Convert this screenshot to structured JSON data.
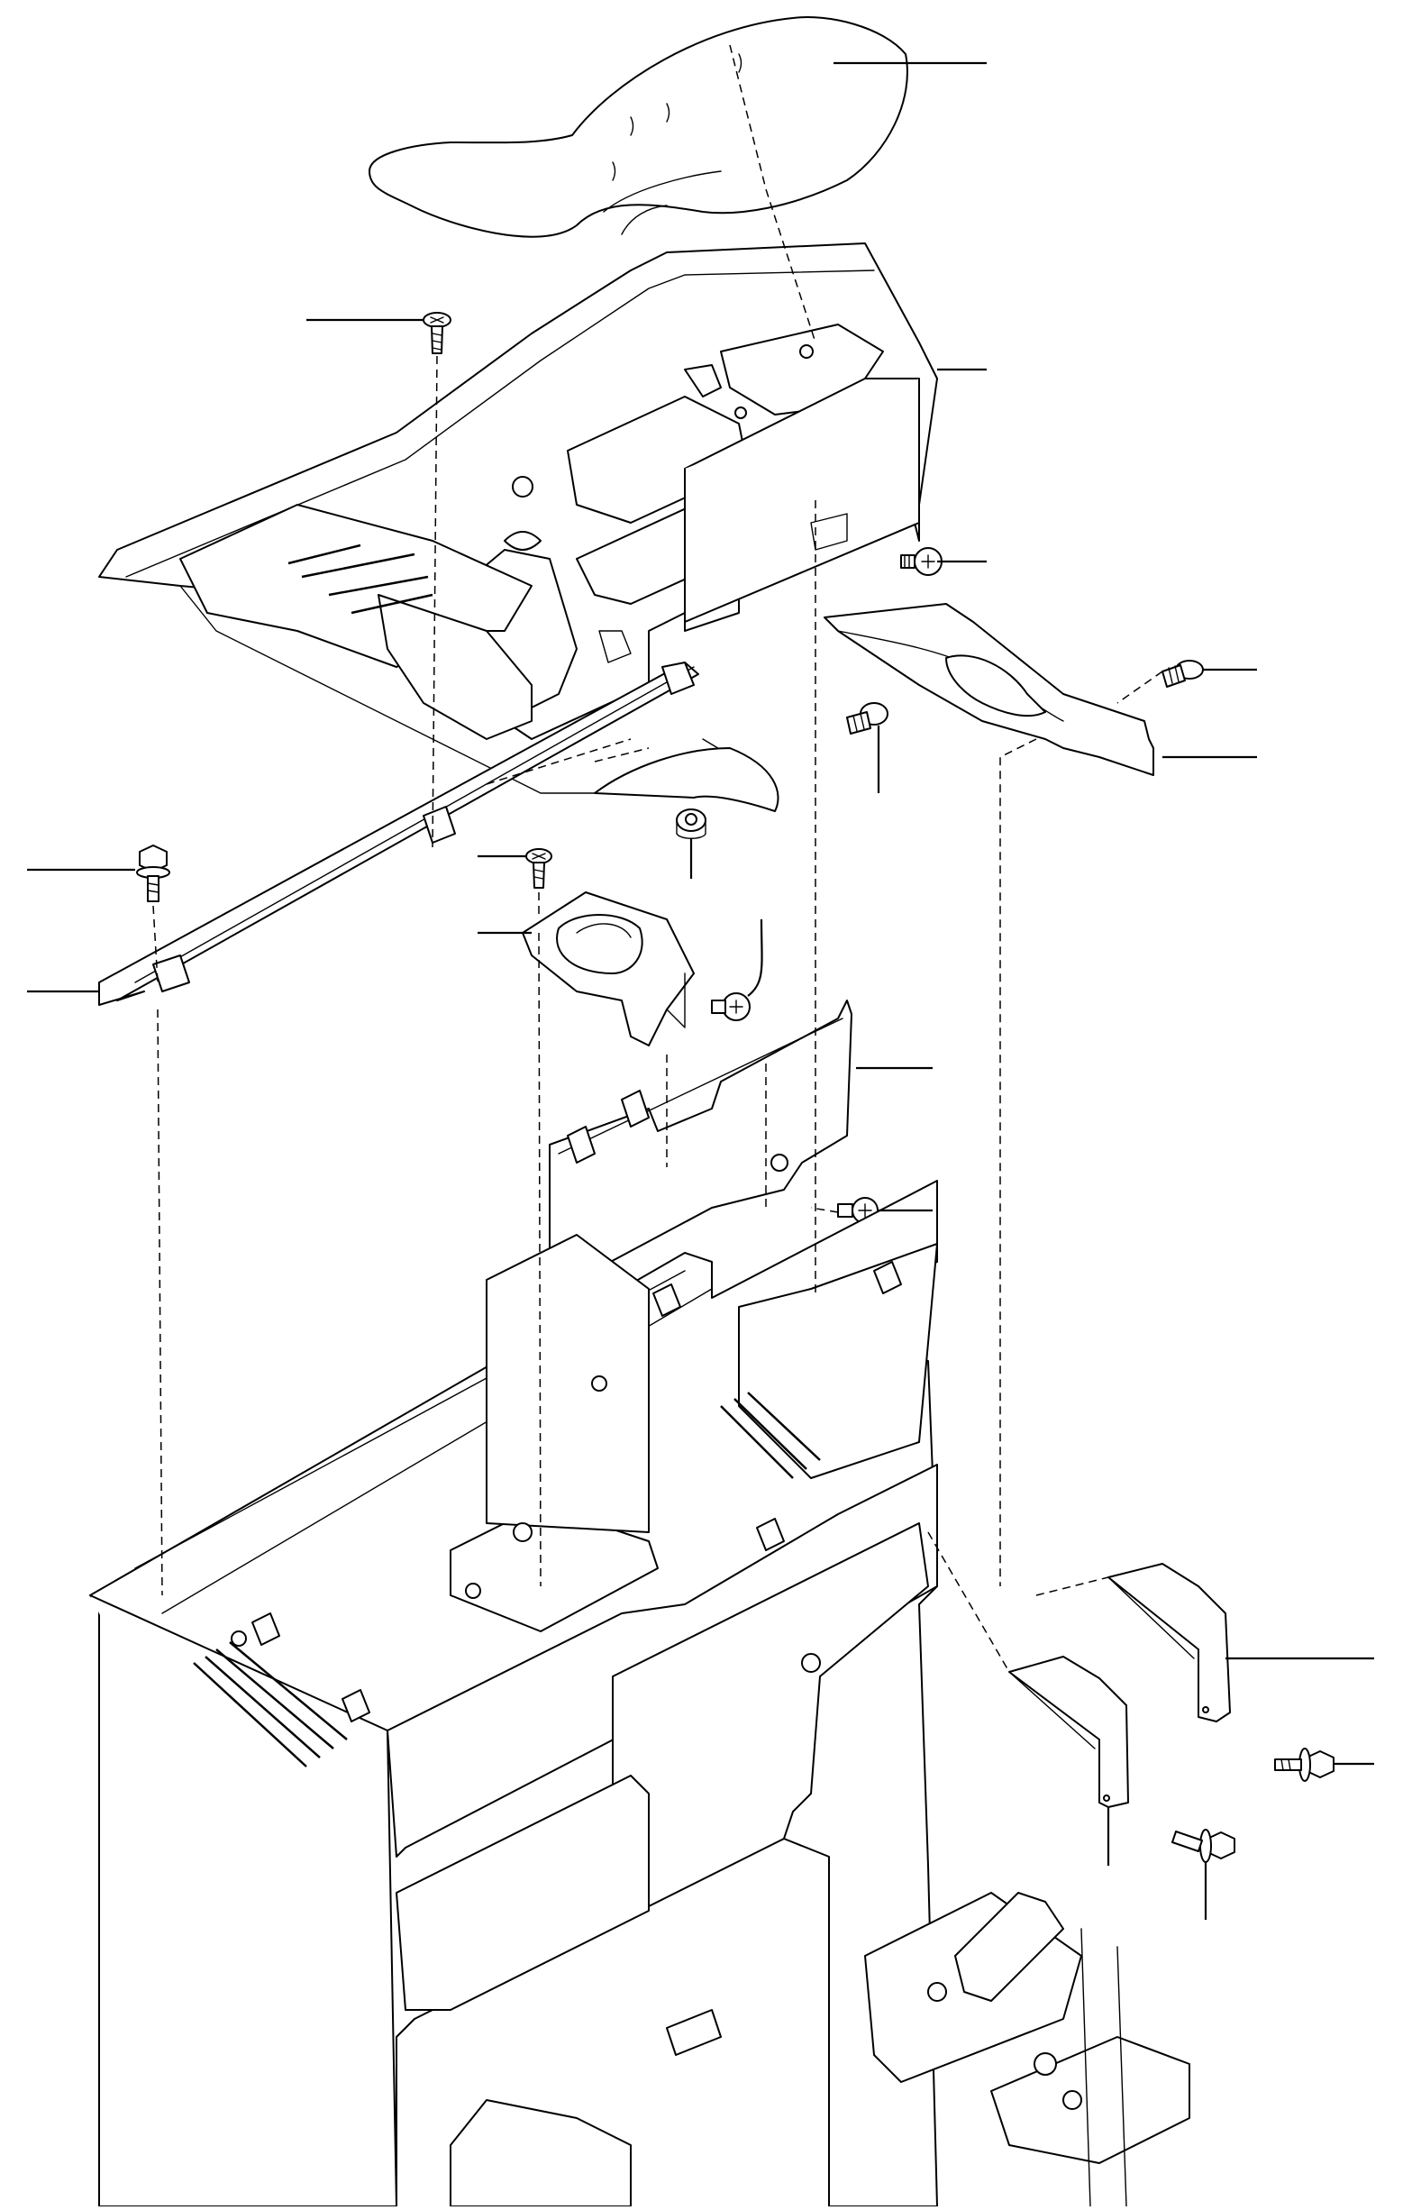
{
  "diagram": {
    "type": "exploded-parts-view",
    "parts": [
      {
        "id": "seat-cushion",
        "icon": "seat-cushion-icon"
      },
      {
        "id": "seat-pan-cover",
        "icon": "seat-pan-icon"
      },
      {
        "id": "screw",
        "icon": "screw-icon"
      },
      {
        "id": "bolt",
        "icon": "bolt-icon"
      },
      {
        "id": "nut",
        "icon": "nut-icon"
      },
      {
        "id": "side-rail",
        "icon": "rail-icon"
      },
      {
        "id": "bracket",
        "icon": "bracket-icon"
      },
      {
        "id": "side-panel",
        "icon": "panel-icon"
      },
      {
        "id": "cover-plate",
        "icon": "plate-icon"
      },
      {
        "id": "chassis-frame",
        "icon": "frame-icon"
      }
    ],
    "leader_lines": 19
  }
}
